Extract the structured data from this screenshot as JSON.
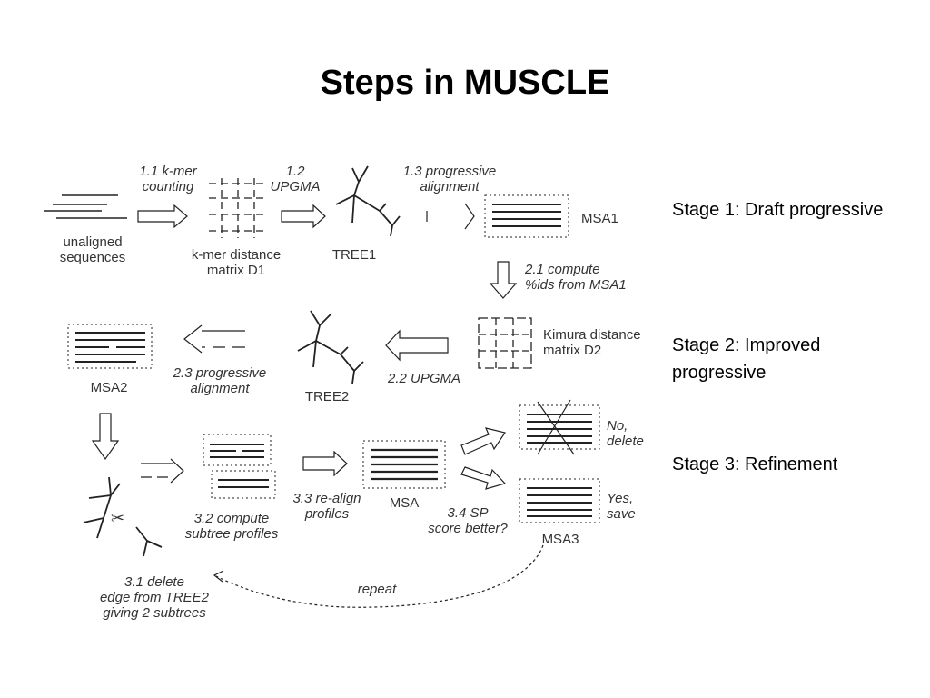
{
  "title": "Steps in MUSCLE",
  "stages": [
    "Stage 1: Draft progressive",
    "Stage 2: Improved progressive",
    "Stage 3: Refinement"
  ],
  "labels": {
    "unaligned": "unaligned\nsequences",
    "step_1_1": "1.1 k-mer\ncounting",
    "kmer_matrix": "k-mer distance\nmatrix D1",
    "step_1_2": "1.2\nUPGMA",
    "tree1": "TREE1",
    "step_1_3": "1.3 progressive\nalignment",
    "msa1": "MSA1",
    "step_2_1": "2.1 compute\n%ids from MSA1",
    "kimura": "Kimura distance\nmatrix D2",
    "step_2_2": "2.2 UPGMA",
    "tree2": "TREE2",
    "step_2_3": "2.3 progressive\nalignment",
    "msa2": "MSA2",
    "step_3_1": "3.1 delete\nedge from TREE2\ngiving 2 subtrees",
    "step_3_2": "3.2 compute\nsubtree profiles",
    "step_3_3": "3.3 re-align\nprofiles",
    "msa": "MSA",
    "step_3_4": "3.4 SP\nscore better?",
    "no_delete": "No,\ndelete",
    "yes_save": "Yes,\nsave",
    "msa3": "MSA3",
    "repeat": "repeat"
  }
}
